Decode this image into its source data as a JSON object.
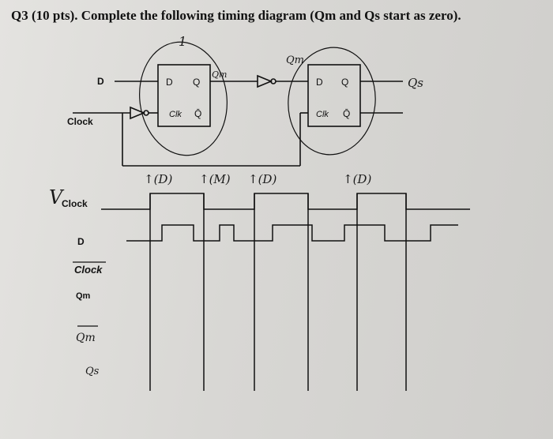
{
  "question": {
    "text": "Q3 (10 pts). Complete the following timing diagram (Qm and Qs start as zero)."
  },
  "circuit": {
    "input_d": "D",
    "input_clock": "Clock",
    "master_ff": {
      "d_pin": "D",
      "q_pin": "Q",
      "clk_pin": "Clk",
      "qbar_pin": "Q̄"
    },
    "slave_ff": {
      "d_pin": "D",
      "q_pin": "Q",
      "clk_pin": "Clk",
      "qbar_pin": "Q̄"
    },
    "output_qs": "Qs",
    "hand_qm": "Qm",
    "hand_master_num": "1",
    "hand_slave_qm": "Qm"
  },
  "timing": {
    "signals": [
      "Clock",
      "D",
      "Clock",
      "Qm",
      "Qm",
      "Qs"
    ],
    "hand_v": "V",
    "edge_annotations": [
      "↑(D)",
      "↑(M)",
      "↑(D)",
      "↑(D)"
    ]
  },
  "colors": {
    "ink": "#111111",
    "paper": "#dcdbd8"
  }
}
